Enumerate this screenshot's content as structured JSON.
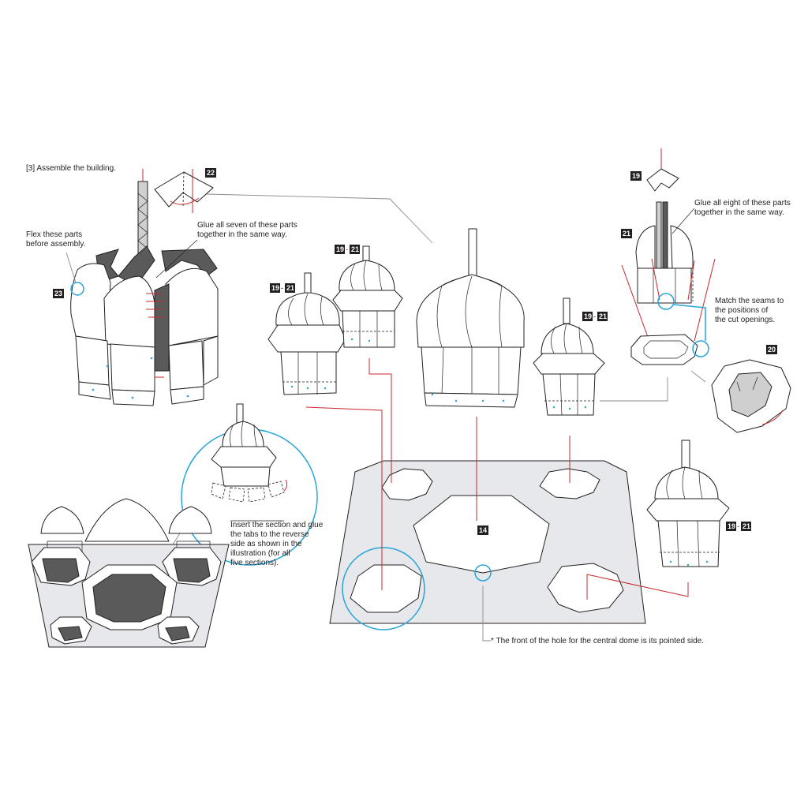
{
  "step_title": "[3] Assemble the building.",
  "notes": {
    "flex_line1": "Flex these parts",
    "flex_line2": "before assembly.",
    "glue_seven_line1": "Glue all seven of these parts",
    "glue_seven_line2": "together in the same way.",
    "glue_eight_line1": "Glue all eight of these parts",
    "glue_eight_line2": "together in the same way.",
    "match_line1": "Match the seams to",
    "match_line2": "the positions of",
    "match_line3": "the cut openings.",
    "insert_line1": "Insert the section and glue",
    "insert_line2": "the tabs to the reverse",
    "insert_line3": "side as shown in the",
    "insert_line4": "illustration (for all",
    "insert_line5": "five sections).",
    "front_note": "* The front of the hole for the central dome is its pointed side."
  },
  "part_numbers": {
    "p22": "22",
    "p23": "23",
    "p19": "19",
    "p21": "21",
    "p20": "20",
    "p14": "14",
    "range_from": "19",
    "range_to": "21"
  },
  "colors": {
    "arrow_red": "#c8282d",
    "callout_blue": "#27a4d8",
    "base_grey": "#e6e8eb",
    "dark_grey": "#5a5a5a",
    "line_black": "#231f20"
  }
}
